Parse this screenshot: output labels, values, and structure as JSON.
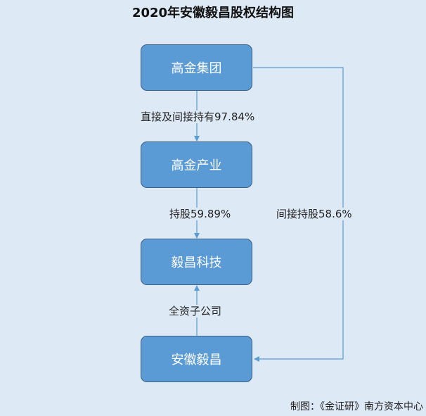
{
  "title": "2020年安徽毅昌股权结构图",
  "nodes": {
    "gaojin_group": "高金集团",
    "gaojin_industry": "高金产业",
    "yichang_tech": "毅昌科技",
    "anhui_yichang": "安徽毅昌"
  },
  "edges": {
    "group_to_industry": "直接及间接持有97.84%",
    "industry_to_tech": "持股59.89%",
    "anhui_to_tech": "全资子公司",
    "group_to_anhui": "间接持股58.6%"
  },
  "footer": "制图：《金证研》南方资本中心",
  "colors": {
    "background": "#dde9f5",
    "box_fill": "#5b9bd5",
    "box_border": "#3d5f86",
    "arrow": "#5b9bd5"
  }
}
